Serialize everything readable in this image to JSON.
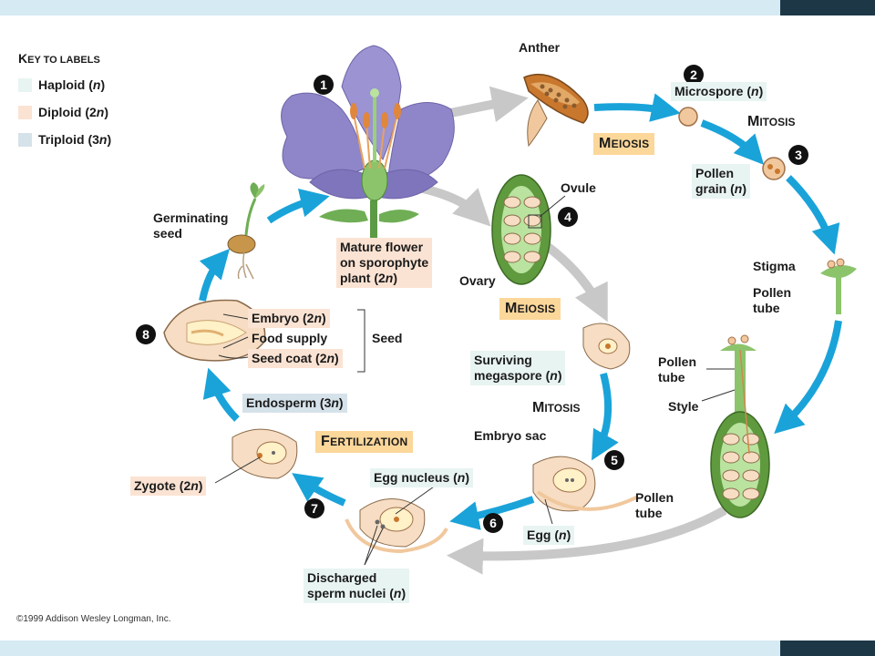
{
  "key": {
    "title_cap": "K",
    "title_rest": "EY TO LABELS",
    "items": [
      {
        "pre": "Haploid (",
        "sym": "n",
        "post": ")",
        "color": "#e8f4f2"
      },
      {
        "pre": "Diploid (2",
        "sym": "n",
        "post": ")",
        "color": "#fbe3d3"
      },
      {
        "pre": "Triploid (3",
        "sym": "n",
        "post": ")",
        "color": "#d6e2ea"
      }
    ]
  },
  "steps": [
    "1",
    "2",
    "3",
    "4",
    "5",
    "6",
    "7",
    "8"
  ],
  "stages": {
    "meiosis_top": {
      "cap": "M",
      "rest": "EIOSIS"
    },
    "mitosis_top": {
      "cap": "M",
      "rest": "ITOSIS"
    },
    "meiosis_mid": {
      "cap": "M",
      "rest": "EIOSIS"
    },
    "mitosis_mid": {
      "cap": "M",
      "rest": "ITOSIS"
    },
    "fertilization": {
      "cap": "F",
      "rest": "ERTILIZATION"
    }
  },
  "labels": {
    "anther": "Anther",
    "microspore": {
      "pre": "Microspore (",
      "sym": "n",
      "post": ")"
    },
    "pollen_grain": {
      "line1": "Pollen",
      "pre": "grain (",
      "sym": "n",
      "post": ")"
    },
    "ovule": "Ovule",
    "ovary": "Ovary",
    "stigma": "Stigma",
    "pollen_tube_1": {
      "line1": "Pollen",
      "line2": "tube"
    },
    "pollen_tube_2": {
      "line1": "Pollen",
      "line2": "tube"
    },
    "style": "Style",
    "pollen_tube_3": {
      "line1": "Pollen",
      "line2": "tube"
    },
    "mature_flower": {
      "line1": "Mature flower",
      "line2": "on sporophyte",
      "pre": "plant (2",
      "sym": "n",
      "post": ")"
    },
    "germinating_seed": {
      "line1": "Germinating",
      "line2": "seed"
    },
    "embryo": {
      "pre": "Embryo (2",
      "sym": "n",
      "post": ")"
    },
    "food_supply": "Food supply",
    "seed_coat": {
      "pre": "Seed coat (2",
      "sym": "n",
      "post": ")"
    },
    "seed": "Seed",
    "surviving_megaspore": {
      "line1": "Surviving",
      "pre": "megaspore (",
      "sym": "n",
      "post": ")"
    },
    "embryo_sac": "Embryo sac",
    "endosperm": {
      "pre": "Endosperm (3",
      "sym": "n",
      "post": ")"
    },
    "zygote": {
      "pre": "Zygote (2",
      "sym": "n",
      "post": ")"
    },
    "egg_nucleus": {
      "pre": "Egg nucleus (",
      "sym": "n",
      "post": ")"
    },
    "egg": {
      "pre": "Egg (",
      "sym": "n",
      "post": ")"
    },
    "discharged_sperm": {
      "line1": "Discharged",
      "pre": "sperm nuclei (",
      "sym": "n",
      "post": ")"
    }
  },
  "copyright": "©1999 Addison Wesley Longman, Inc.",
  "colors": {
    "arrow": "#1aa3d9",
    "arrow_gray": "#c8c8c8",
    "haploid": "#e8f4f2",
    "diploid": "#fbe3d3",
    "triploid": "#d6e2ea",
    "stage": "#fbd79a",
    "petal": "#8f86c9",
    "ovary_green": "#5f9a3e",
    "seed_tan": "#f6ddc3"
  }
}
